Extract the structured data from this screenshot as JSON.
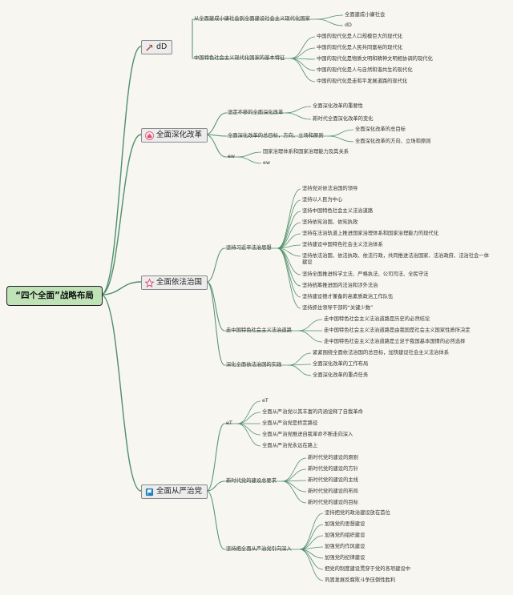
{
  "root": "“四个全面”战略布局",
  "branches": [
    {
      "id": "b1",
      "icon": "tools-icon",
      "label": "dD",
      "children": [
        {
          "label": "从全面建成小康社会到全面建设社会主义现代化国家",
          "items": [
            "全面建成小康社会",
            "dD"
          ]
        },
        {
          "label": "中国特色社会主义现代化国家的基本特征",
          "items": [
            "中国的现代化是人口规模巨大的现代化",
            "中国的现代化是人民共同富裕的现代化",
            "中国的现代化是物质文明和精神文明相协调的现代化",
            "中国的现代化是人与自然和谐共生的现代化",
            "中国的现代化是走和平发展道路的现代化"
          ]
        }
      ]
    },
    {
      "id": "b2",
      "icon": "home-icon",
      "label": "全面深化改革",
      "children": [
        {
          "label": "坚定不移的全面深化改革",
          "items": [
            "全面深化改革的重要性",
            "新时代全面深化改革的变化"
          ]
        },
        {
          "label": "全面深化改革的总目标，方向、立场和原则",
          "items": [
            "全面深化改革的总目标",
            "全面深化改革的方向、立场和原则"
          ]
        },
        {
          "label": "ew",
          "items": [
            "国家治理体系和国家治理能力及其关系",
            "ew"
          ]
        }
      ]
    },
    {
      "id": "b3",
      "icon": "star-icon",
      "label": "全面依法治国",
      "children": [
        {
          "label": "坚持习近平法治思想",
          "items": [
            "坚持党对依法治国的领导",
            "坚持以人民为中心",
            "坚持中国特色社会主义法治道路",
            "坚持依宪治国、依宪执政",
            "坚持在法治轨道上推进国家治理体系和国家治理能力的现代化",
            "坚持建设中国特色社会主义法治体系",
            "坚持依法治国、依法执政、依法行政，共同推进法治国家、法治政府、法治社会一体建设",
            "坚持全面推进科学立法、严格执法、公司司法、全民守法",
            "坚持统筹推进国内法治和涉外法治",
            "坚持建设德才兼备的高素质政治工作队伍",
            "坚持抓住领导干部的“关键少数”"
          ]
        },
        {
          "label": "走中国特色社会主义法治道路",
          "items": [
            "走中国特色社会主义法治道路是历史的必然结论",
            "走中国特色社会主义法治道路是由我国是社会主义国家性质所决定",
            "走中国特色社会主义法治道路是立足于我国基本国情的必然选择"
          ]
        },
        {
          "label": "深化全面依法治国的实践",
          "items": [
            "紧紧围绕全面依法治国的总目标，加快建设社会主义法治体系",
            "全面深化改革的工作布局",
            "全面深化改革的重点任务"
          ]
        }
      ]
    },
    {
      "id": "b4",
      "icon": "flag-icon",
      "label": "全面从严治党",
      "children": [
        {
          "label": "eT",
          "items": [
            "eT",
            "全面从严治党以其丰富的内涵诠释了自我革命",
            "全面从严治党是桥定路径",
            "全面从严治党推进自我革命不断走向深入",
            "全面从严治党永远在路上"
          ]
        },
        {
          "label": "新时代党的建设总要求",
          "items": [
            "新时代党的建设的原则",
            "新时代党的建设的方针",
            "新时代党的建设的主线",
            "新时代党的建设的布局",
            "新时代党的建设的目标"
          ]
        },
        {
          "label": "坚持把全面从严治党引向深入",
          "items": [
            "坚持把党的政治建设放在首位",
            "加强党的思想建设",
            "加强党的组织建设",
            "加强党的作风建设",
            "加强党的纪律建设",
            "把党的制度建设贯穿于党的各项建设中",
            "巩固发展反腐败斗争压倒性胜利"
          ]
        }
      ]
    }
  ]
}
